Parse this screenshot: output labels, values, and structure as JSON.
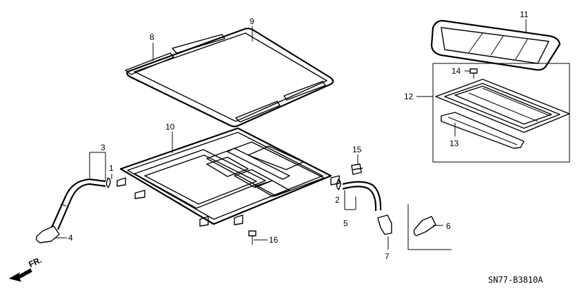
{
  "callouts": {
    "c1": "1",
    "c2": "2",
    "c3": "3",
    "c4": "4",
    "c5": "5",
    "c6": "6",
    "c7": "7",
    "c8": "8",
    "c9": "9",
    "c10": "10",
    "c11": "11",
    "c12": "12",
    "c13": "13",
    "c14": "14",
    "c15": "15",
    "c16": "16"
  },
  "direction_label": "FR.",
  "diagram_code": "SN77-B3810A"
}
